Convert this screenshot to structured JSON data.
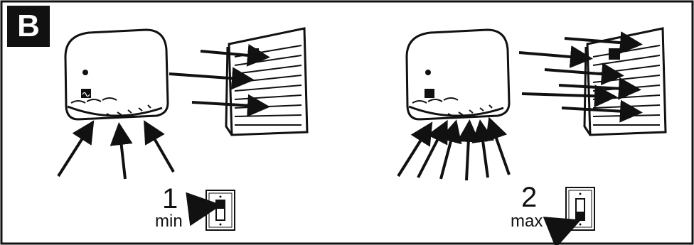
{
  "panel": {
    "label": "B"
  },
  "steps": [
    {
      "number": "1",
      "word": "min"
    },
    {
      "number": "2",
      "word": "max"
    }
  ],
  "icons": {
    "unit_logo": "cv-logo-icon",
    "switch": "wall-switch-icon"
  },
  "colors": {
    "ink": "#111111",
    "paper": "#ffffff"
  }
}
